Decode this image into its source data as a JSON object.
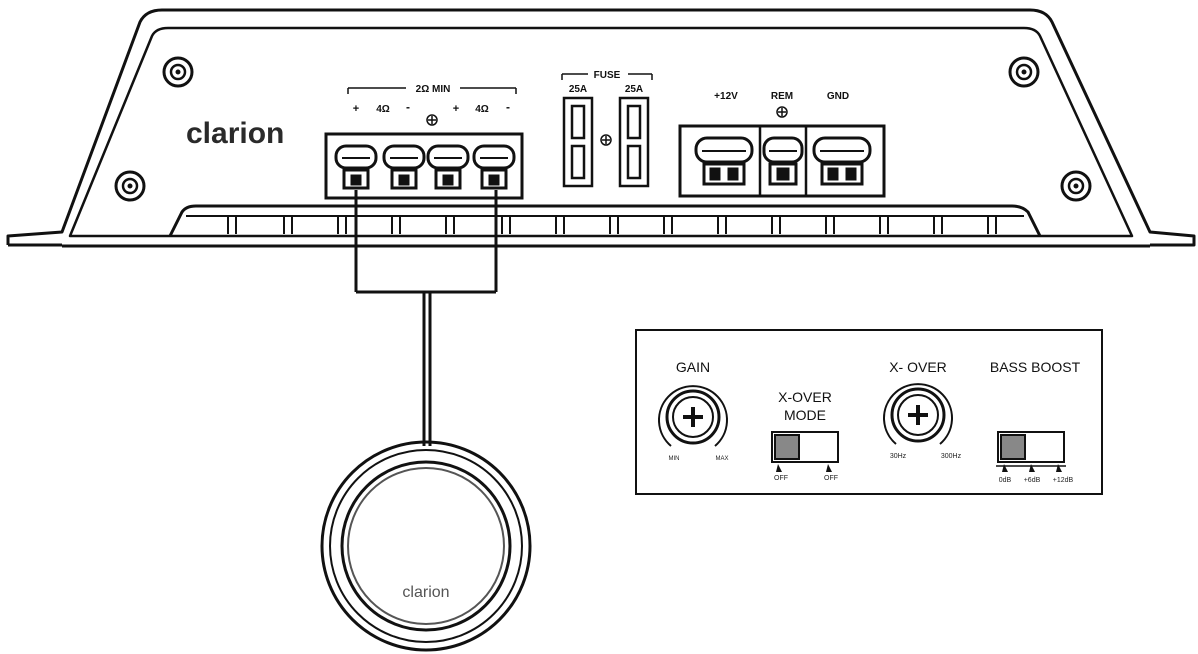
{
  "amplifier": {
    "brand": "clarion",
    "speaker_terminals": {
      "title": "2Ω MIN",
      "left_plus": "+",
      "left_impedance": "4Ω",
      "left_minus": "-",
      "right_plus": "+",
      "right_impedance": "4Ω",
      "right_minus": "-"
    },
    "fuse": {
      "title": "FUSE",
      "left_rating": "25A",
      "right_rating": "25A"
    },
    "power_terminals": {
      "plus12v": "+12V",
      "rem": "REM",
      "gnd": "GND"
    }
  },
  "control_panel": {
    "gain": {
      "label": "GAIN",
      "min": "MIN",
      "max": "MAX"
    },
    "xover_mode": {
      "label_line1": "X-OVER",
      "label_line2": "MODE",
      "left_option": "OFF",
      "right_option": "OFF"
    },
    "xover": {
      "label": "X- OVER",
      "min": "30Hz",
      "max": "300Hz"
    },
    "bass_boost": {
      "label": "BASS BOOST",
      "opt1": "0dB",
      "opt2": "+6dB",
      "opt3": "+12dB"
    }
  },
  "remote": {
    "brand": "clarion"
  }
}
